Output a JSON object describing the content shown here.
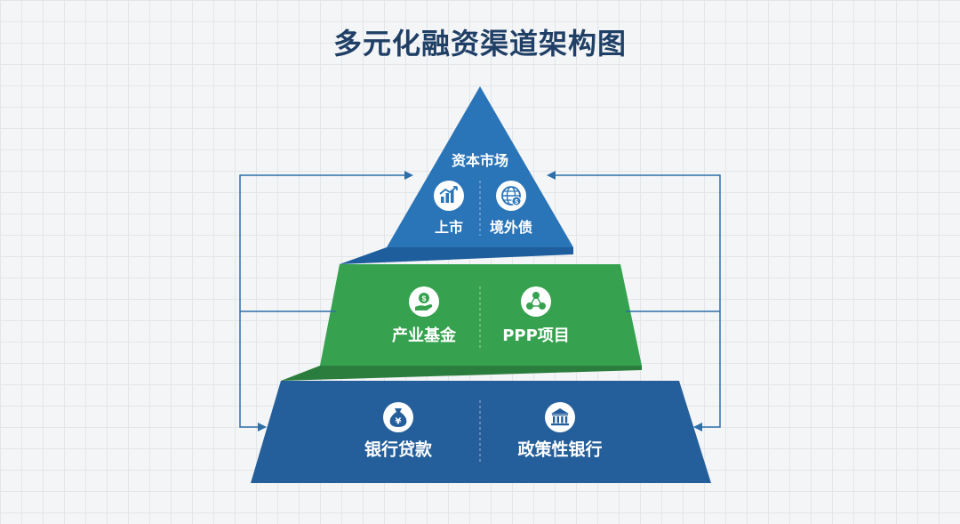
{
  "title": "多元化融资渠道架构图",
  "colors": {
    "top": "#2a74b8",
    "middle": "#36a24f",
    "bottom": "#245f9b",
    "arrow": "#2d6fa8",
    "title": "#1f3f66"
  },
  "tiers": {
    "top": {
      "heading": "资本市场",
      "left": {
        "label": "上市",
        "icon": "chart-growth-icon"
      },
      "right": {
        "label": "境外债",
        "icon": "globe-dollar-icon"
      }
    },
    "middle": {
      "left": {
        "label": "产业基金",
        "icon": "hand-coin-icon"
      },
      "right": {
        "label": "PPP项目",
        "icon": "ppp-network-icon"
      }
    },
    "bottom": {
      "left": {
        "label": "银行贷款",
        "icon": "yen-money-bag-icon"
      },
      "right": {
        "label": "政策性银行",
        "icon": "bank-building-icon"
      }
    }
  }
}
